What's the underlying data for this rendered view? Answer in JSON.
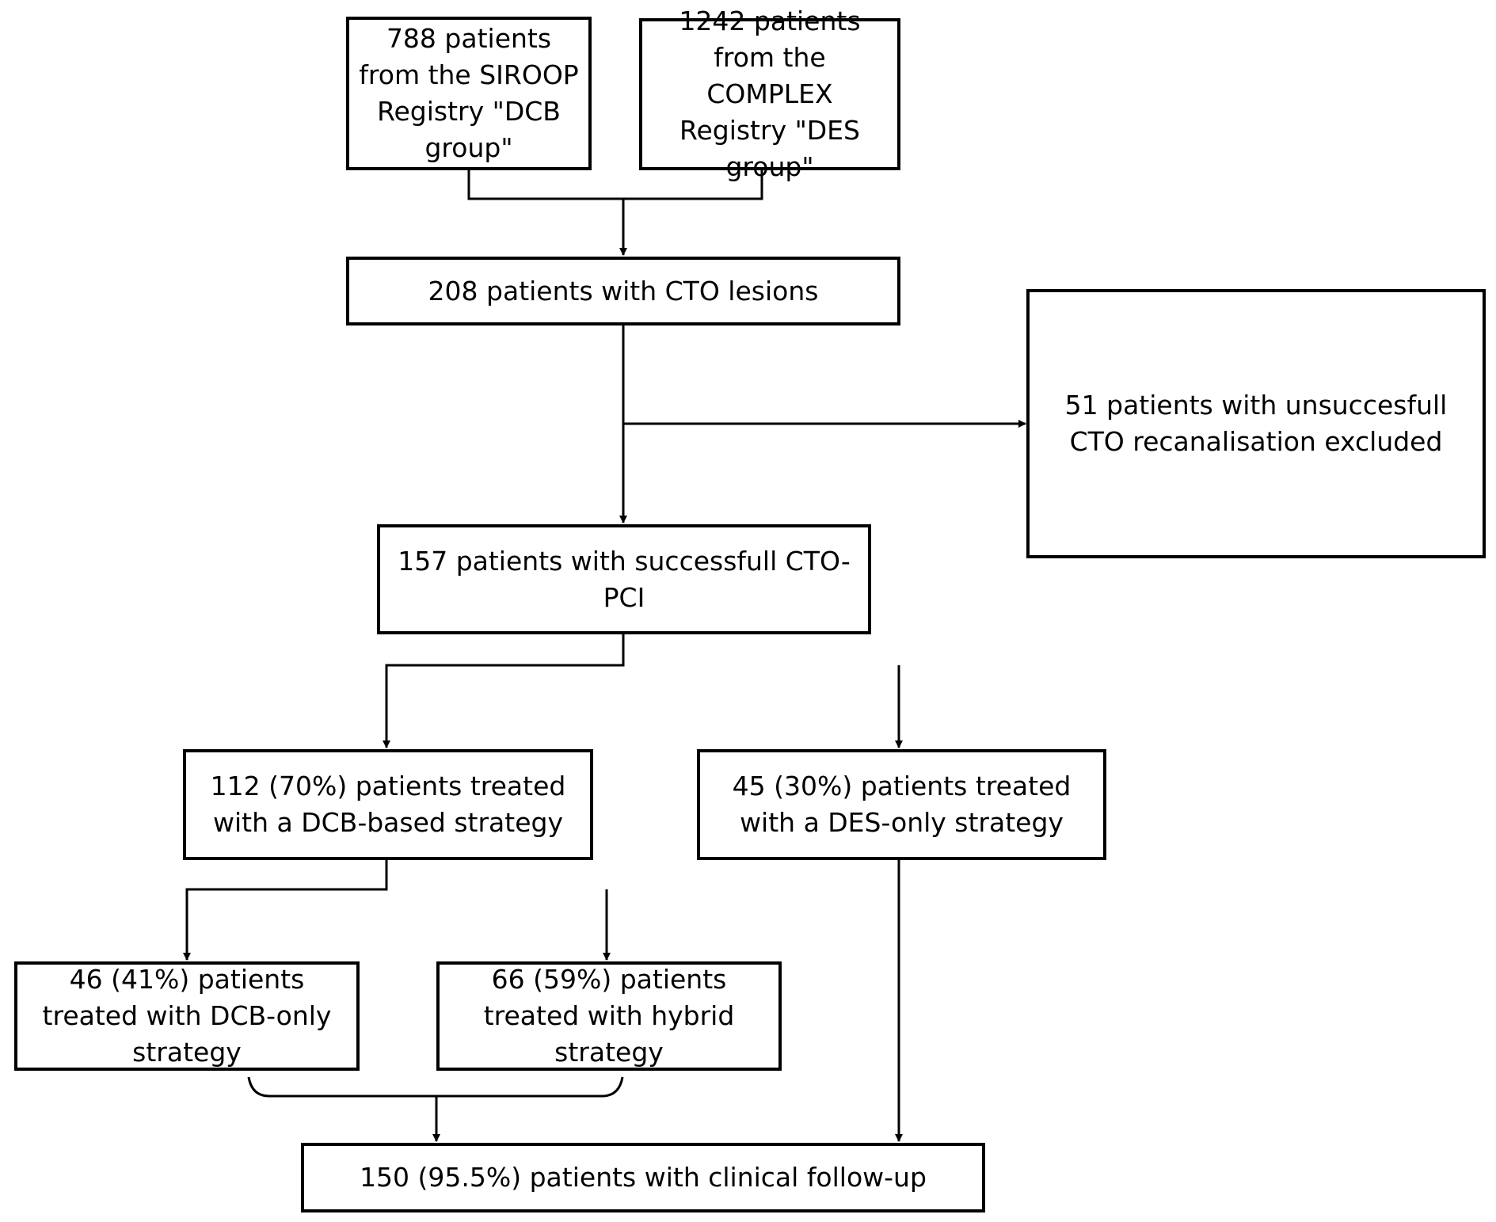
{
  "nodes": {
    "siroop": "788 patients from the SIROOP Registry \"DCB group\"",
    "complex": "1242 patients from the COMPLEX Registry \"DES group\"",
    "cto": "208 patients with CTO lesions",
    "excluded": "51 patients with unsuccesfull CTO recanalisation excluded",
    "successful": "157 patients with successfull CTO-PCI",
    "dcb_based": "112 (70%) patients treated with a DCB-based strategy",
    "des_only": "45 (30%) patients treated with a DES-only strategy",
    "dcb_only": "46 (41%) patients treated with DCB-only strategy",
    "hybrid": "66 (59%) patients treated with hybrid strategy",
    "followup": "150 (95.5%) patients with clinical follow-up"
  }
}
